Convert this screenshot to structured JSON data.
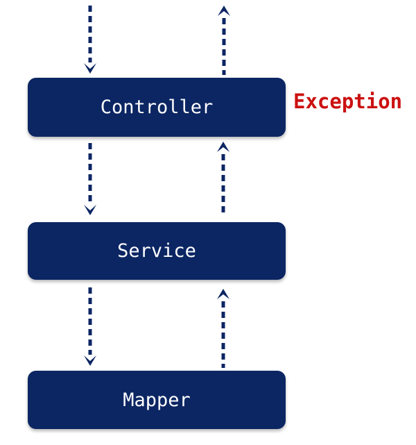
{
  "colors": {
    "node_fill": "#0c2663",
    "node_text": "#ffffff",
    "arrow": "#0c2663",
    "exception_text": "#cc1111",
    "background": "#ffffff"
  },
  "diagram": {
    "type": "layered-architecture",
    "nodes": [
      {
        "id": "controller",
        "label": "Controller"
      },
      {
        "id": "service",
        "label": "Service"
      },
      {
        "id": "mapper",
        "label": "Mapper"
      }
    ],
    "annotation": {
      "label": "Exception",
      "attached_to": "controller"
    },
    "edges": [
      {
        "from": "external",
        "to": "controller",
        "direction": "down",
        "style": "dashed"
      },
      {
        "from": "controller",
        "to": "external",
        "direction": "up",
        "style": "dashed"
      },
      {
        "from": "controller",
        "to": "service",
        "direction": "down",
        "style": "dashed"
      },
      {
        "from": "service",
        "to": "controller",
        "direction": "up",
        "style": "dashed"
      },
      {
        "from": "service",
        "to": "mapper",
        "direction": "down",
        "style": "dashed"
      },
      {
        "from": "mapper",
        "to": "service",
        "direction": "up",
        "style": "dashed"
      }
    ]
  }
}
